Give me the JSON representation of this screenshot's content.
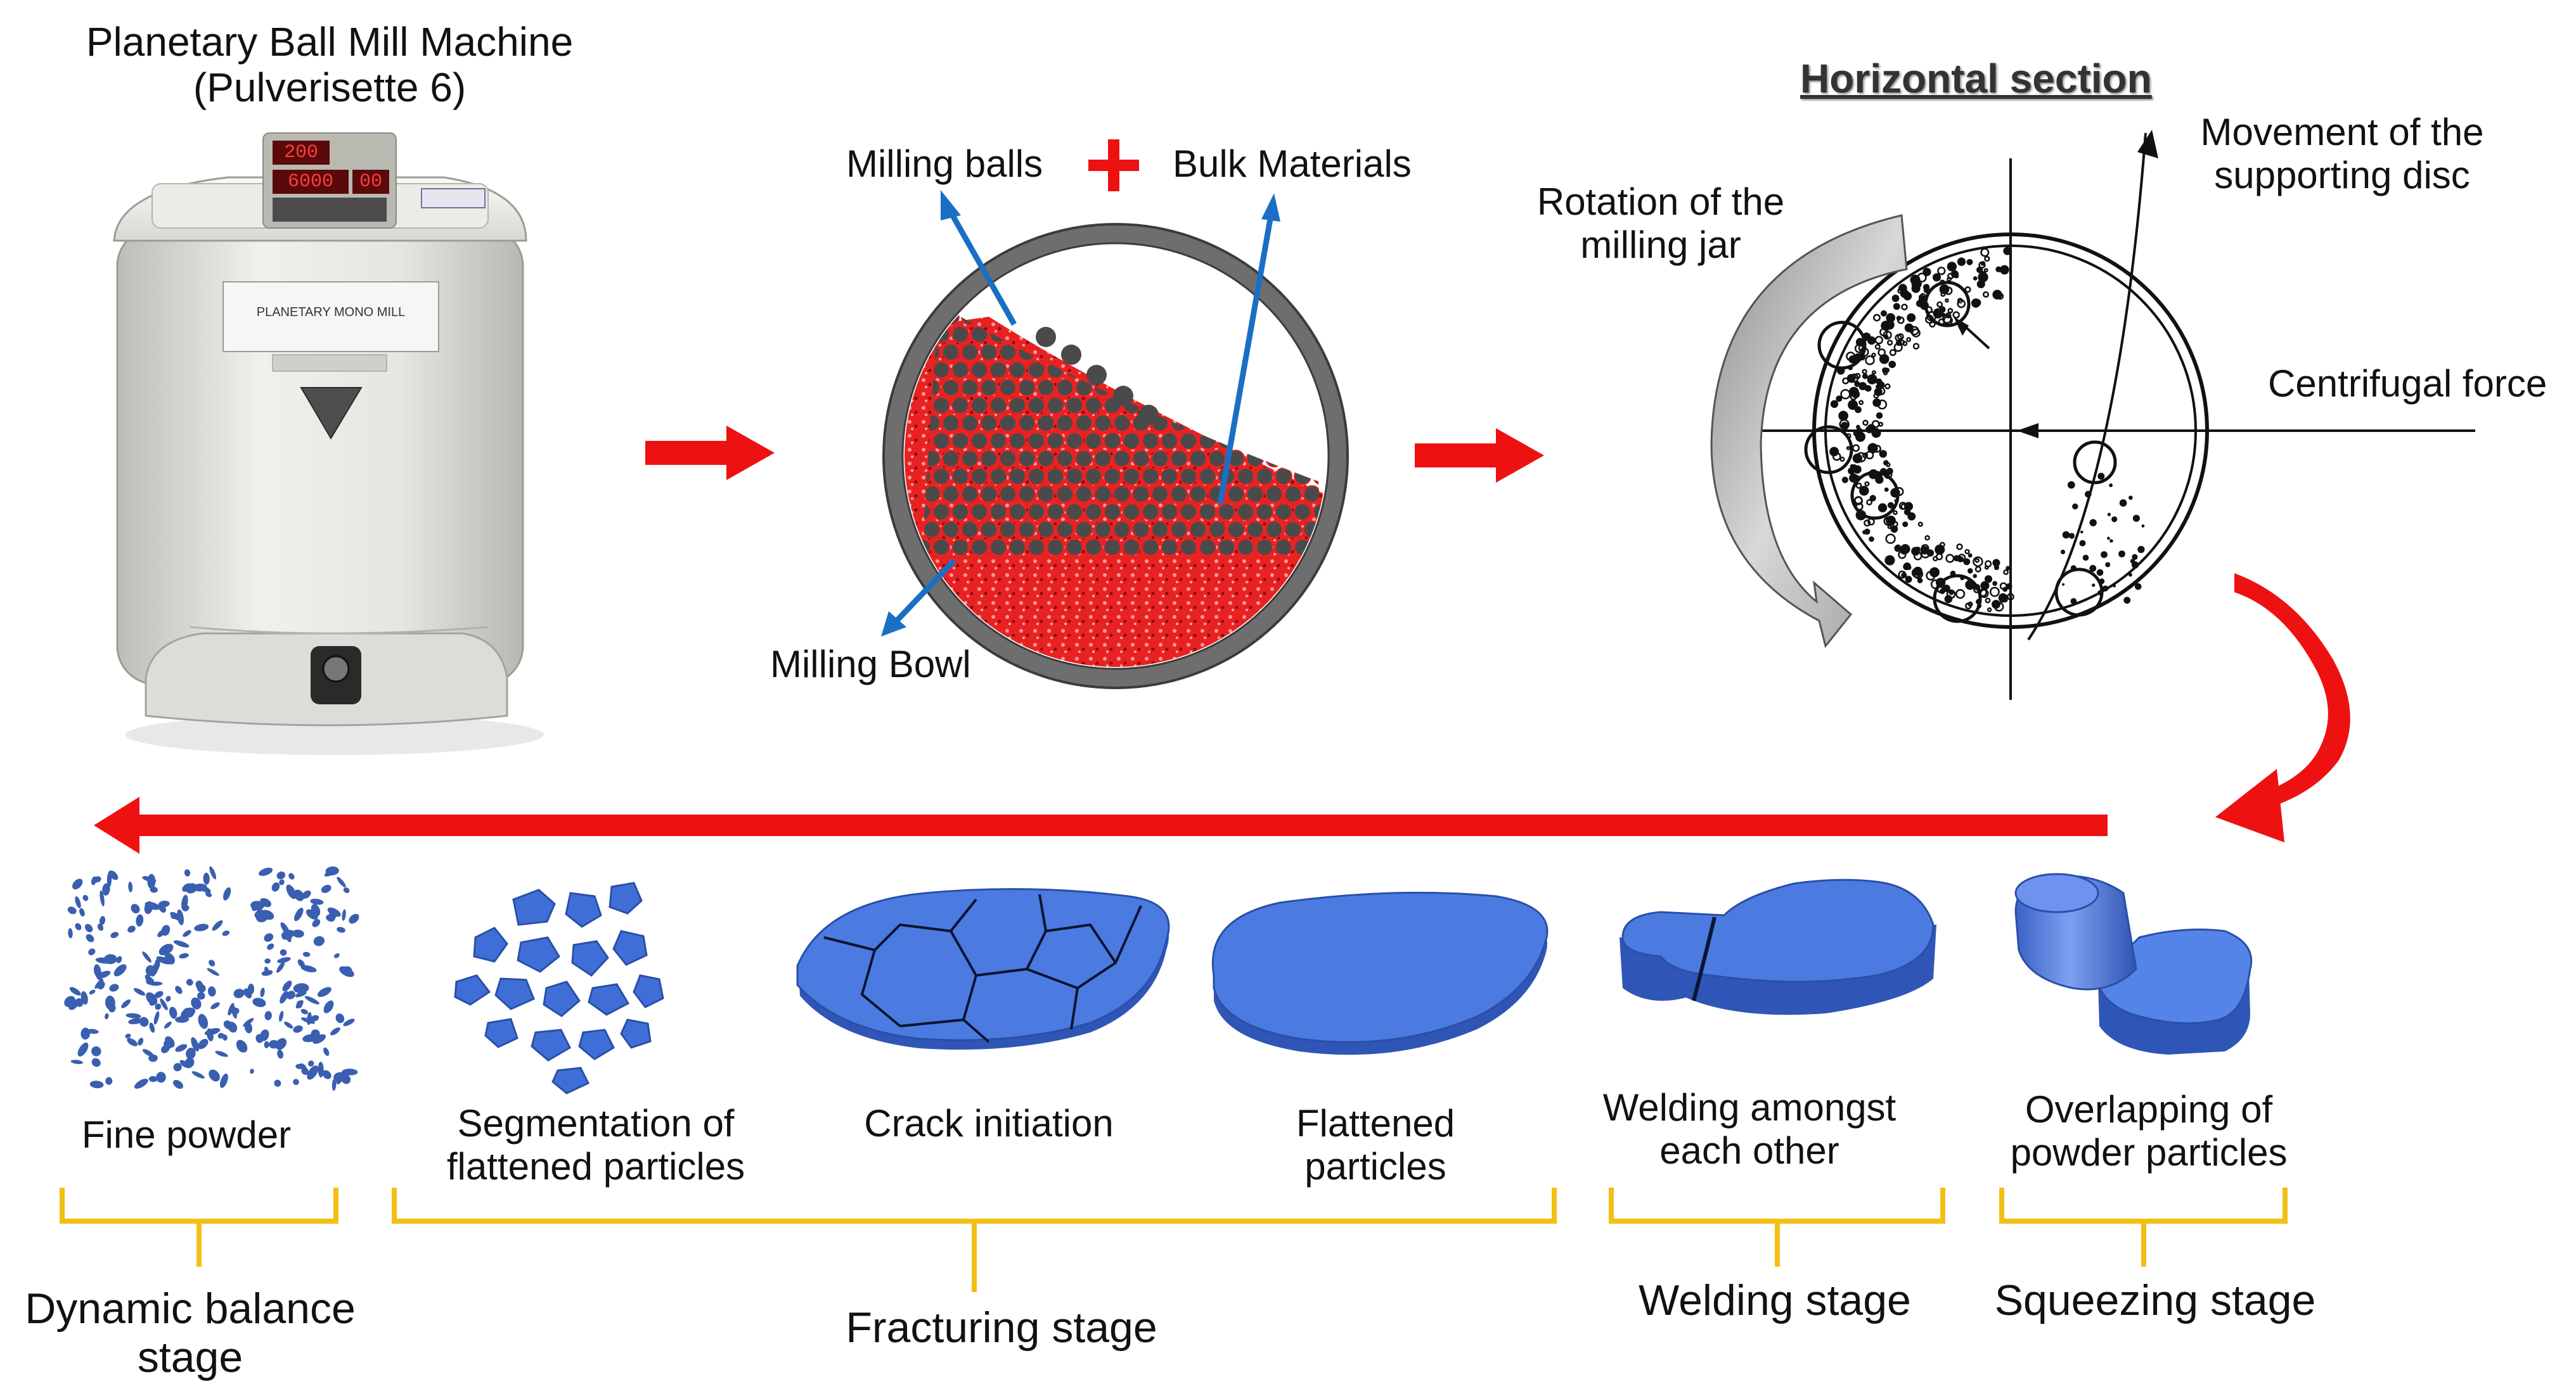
{
  "machine": {
    "title_line1": "Planetary Ball Mill Machine",
    "title_line2": "(Pulverisette 6)",
    "display_top": "200",
    "display_left": "6000",
    "display_right": "00",
    "nameplate": "PLANETARY MONO MILL"
  },
  "bowl": {
    "milling_balls": "Milling balls",
    "bulk_materials": "Bulk Materials",
    "milling_bowl": "Milling Bowl"
  },
  "section": {
    "title": "Horizontal section",
    "movement_line1": "Movement of the",
    "movement_line2": "supporting disc",
    "rotation_line1": "Rotation of the",
    "rotation_line2": "milling jar",
    "centrifugal": "Centrifugal force"
  },
  "particles": [
    {
      "id": "fine",
      "line1": "Fine powder",
      "line2": ""
    },
    {
      "id": "segmentation",
      "line1": "Segmentation of",
      "line2": "flattened particles"
    },
    {
      "id": "crack",
      "line1": "Crack initiation",
      "line2": ""
    },
    {
      "id": "flattened",
      "line1": "Flattened",
      "line2": "particles"
    },
    {
      "id": "welding",
      "line1": "Welding amongst",
      "line2": "each other"
    },
    {
      "id": "overlapping",
      "line1": "Overlapping of",
      "line2": "powder particles"
    }
  ],
  "stages": {
    "dynamic_line1": "Dynamic balance",
    "dynamic_line2": "stage",
    "fracturing": "Fracturing stage",
    "welding": "Welding stage",
    "squeezing": "Squeezing stage"
  },
  "colors": {
    "arrow_red": "#ee1111",
    "particle_blue": "#3f6fd6",
    "bracket_yellow": "#f2c014",
    "leader_blue": "#1a6fc4"
  }
}
